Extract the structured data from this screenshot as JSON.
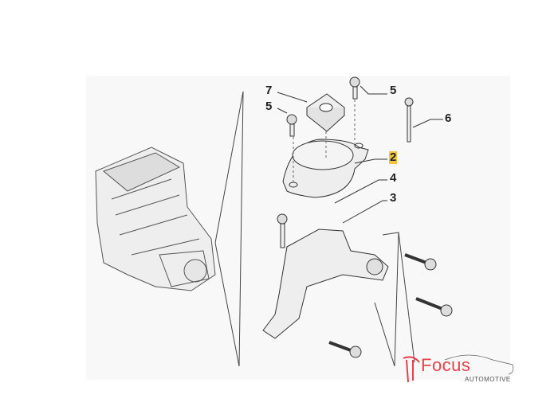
{
  "diagram": {
    "callouts": [
      {
        "id": "c7",
        "label": "7"
      },
      {
        "id": "c5a",
        "label": "5"
      },
      {
        "id": "c5b",
        "label": "5"
      },
      {
        "id": "c6",
        "label": "6"
      },
      {
        "id": "c2",
        "label": "2",
        "highlighted": true
      },
      {
        "id": "c4",
        "label": "4"
      },
      {
        "id": "c3",
        "label": "3"
      }
    ],
    "highlight_color": "#f5c242"
  },
  "logo": {
    "name": "Focus",
    "subtitle": "AUTOMOTIVE",
    "color": "#e8404a"
  }
}
